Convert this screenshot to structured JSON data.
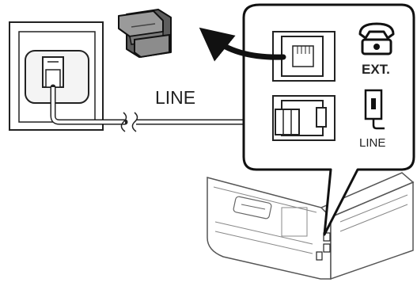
{
  "wall": {
    "cable_label": "LINE"
  },
  "callout": {
    "ext_port_label": "EXT.",
    "line_port_label": "LINE"
  },
  "icons": [
    "wall-jack-icon",
    "port-cap-icon",
    "telephone-icon",
    "phone-line-icon",
    "curved-arrow-icon",
    "printer-icon"
  ],
  "colors": {
    "stroke": "#222222",
    "cap_fill": "#9a9a9a",
    "cap_shadow": "#5d5d5d",
    "panel_fill": "#ffffff",
    "background": "#ffffff"
  }
}
